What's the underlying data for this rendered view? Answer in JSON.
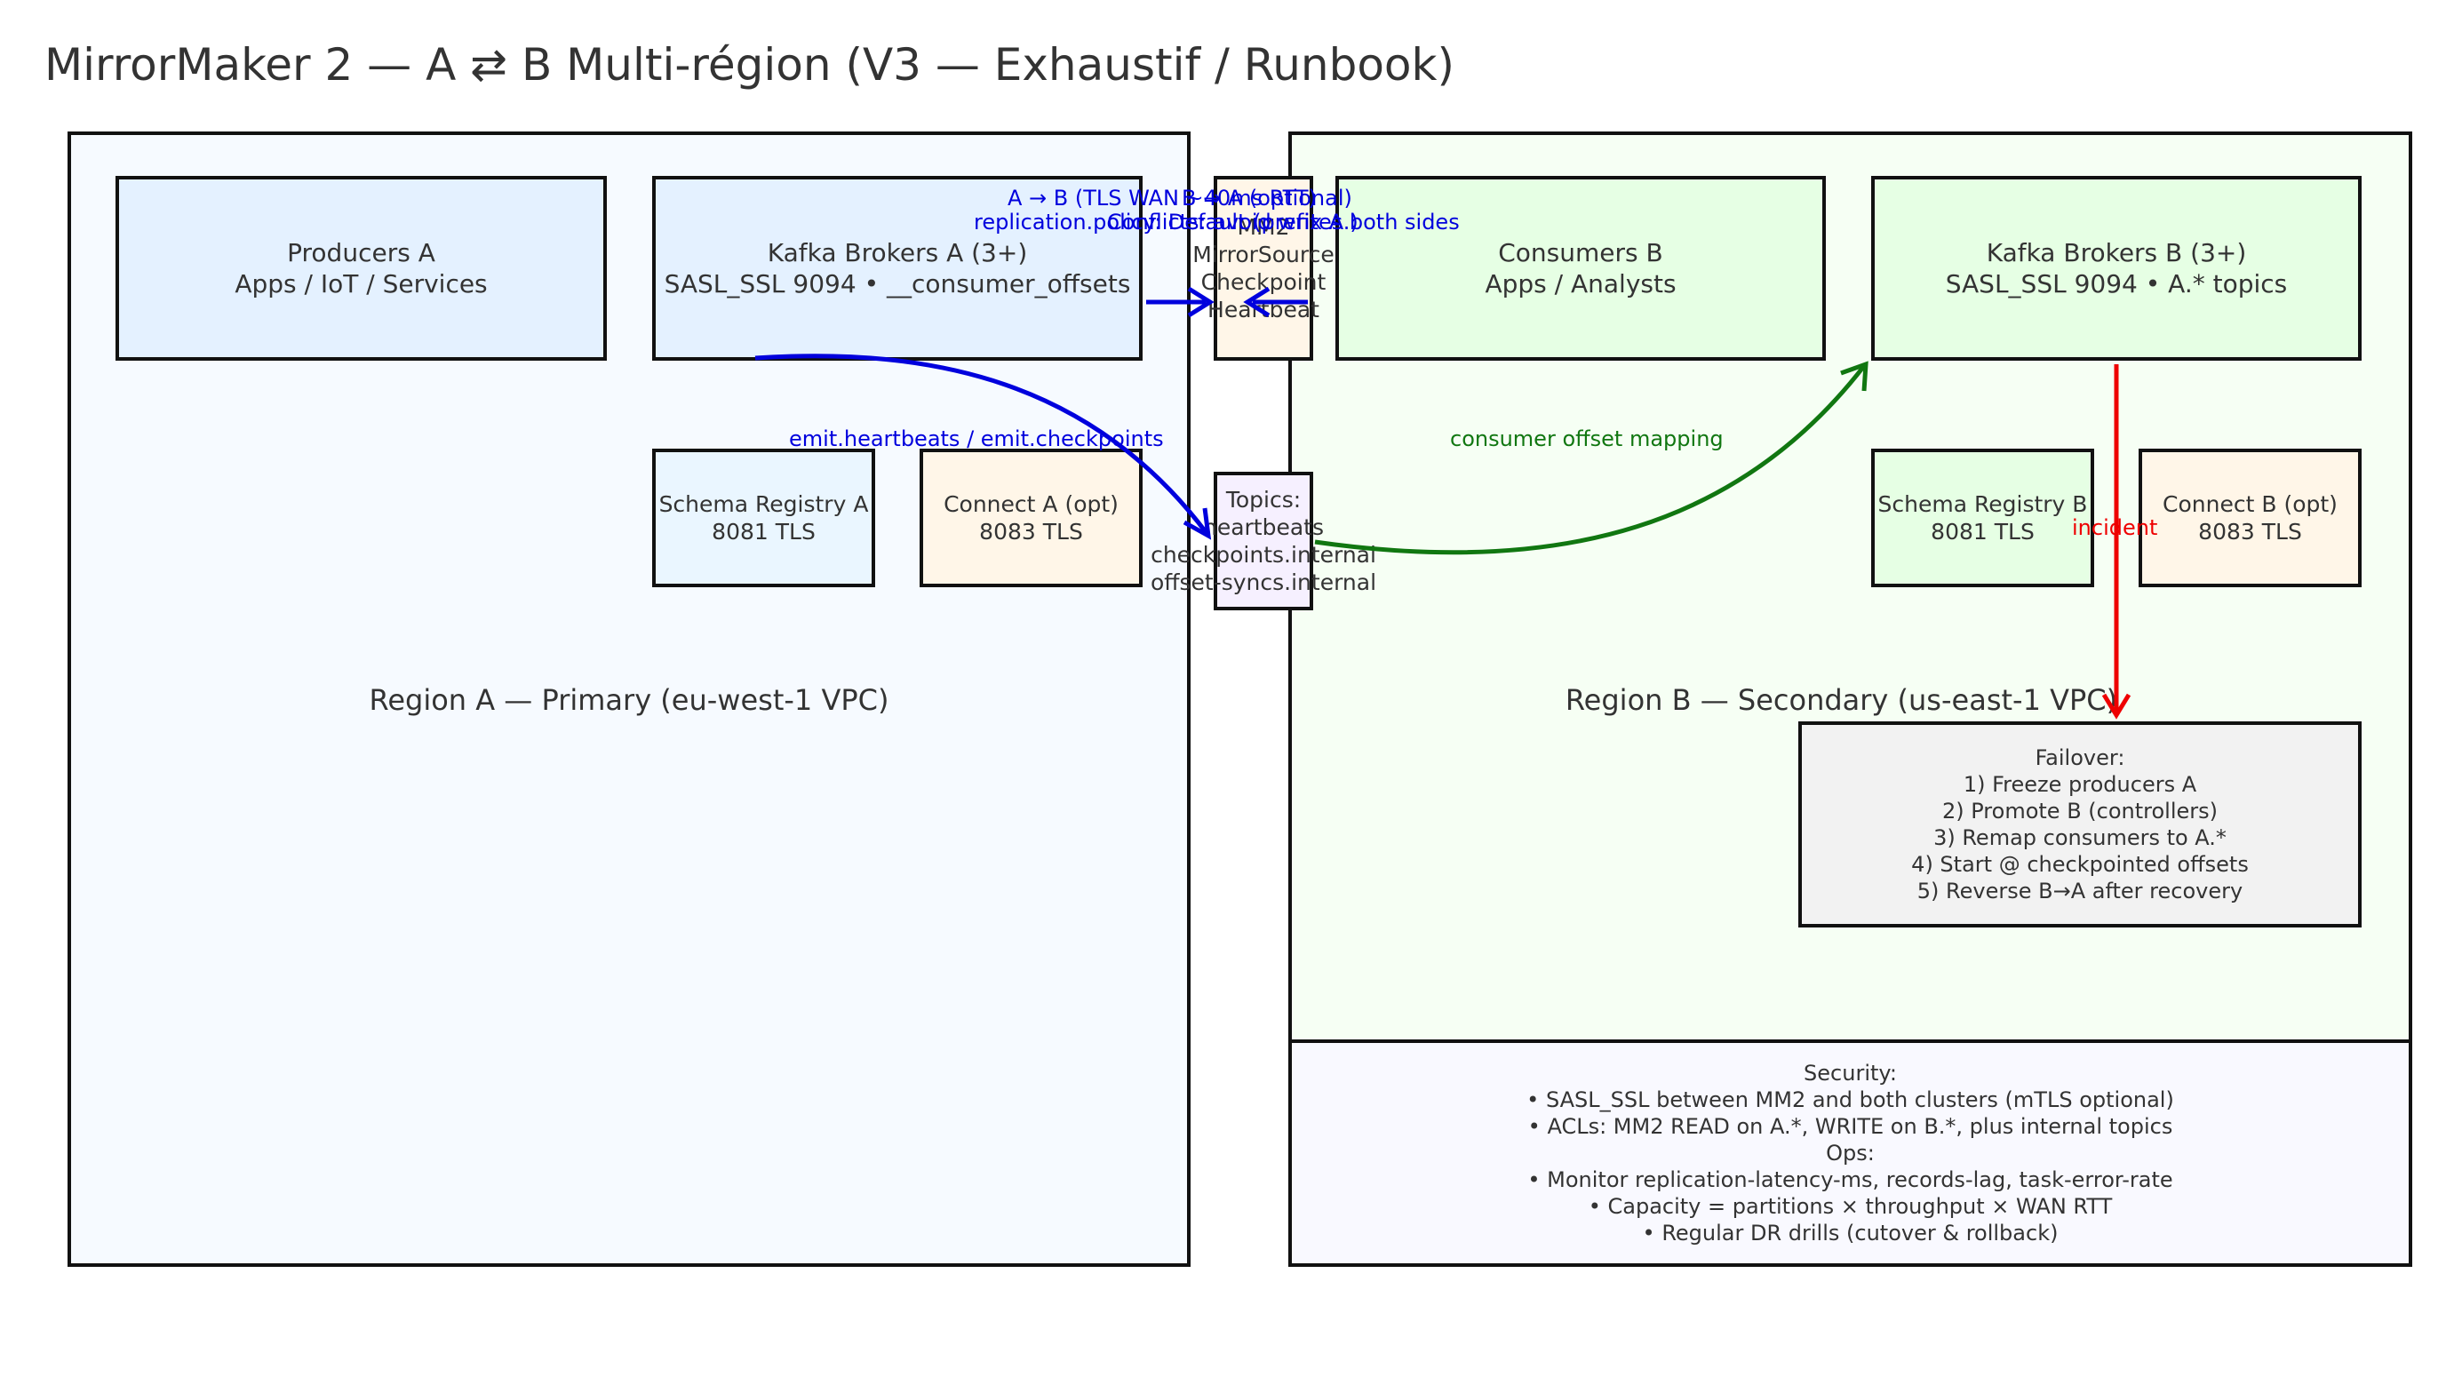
{
  "title": "MirrorMaker 2 — A ⇄ B Multi-région (V3 — Exhaustif / Runbook)",
  "colors": {
    "region_a_bg": "#f6faff",
    "region_b_bg": "#f6fff4",
    "security_bg": "#f9f9ff",
    "producers_bg": "#e4f1ff",
    "brokers_b_bg": "#e6ffe4",
    "schema_a_bg": "#eaf6ff",
    "connect_bg": "#fff6e8",
    "mm2_bg": "#fff6e8",
    "topics_bg": "#f6f0ff",
    "failover_bg": "#f2f2f2",
    "blue": "#0000dd",
    "green": "#117711",
    "red": "#ee0000"
  },
  "region_a": {
    "label": "Region A — Primary (eu-west-1 VPC)"
  },
  "region_b": {
    "label": "Region B — Secondary (us-east-1 VPC)"
  },
  "producers_a": {
    "line1": "Producers A",
    "line2": "Apps / IoT / Services"
  },
  "brokers_a": {
    "line1": "Kafka Brokers A (3+)",
    "line2": "SASL_SSL 9094 • __consumer_offsets"
  },
  "schema_a": {
    "line1": "Schema Registry A",
    "line2": "8081 TLS"
  },
  "connect_a": {
    "line1": "Connect A (opt)",
    "line2": "8083 TLS"
  },
  "mm2": {
    "lines": [
      "MM2",
      "MirrorSource",
      "Checkpoint",
      "Heartbeat"
    ]
  },
  "topics": {
    "lines": [
      "Topics:",
      "heartbeats",
      "checkpoints.internal",
      "offset-syncs.internal"
    ]
  },
  "consumers_b": {
    "line1": "Consumers B",
    "line2": "Apps / Analysts"
  },
  "brokers_b": {
    "line1": "Kafka Brokers B (3+)",
    "line2": "SASL_SSL 9094 • A.* topics"
  },
  "schema_b": {
    "line1": "Schema Registry B",
    "line2": "8081 TLS"
  },
  "connect_b": {
    "line1": "Connect B (opt)",
    "line2": "8083 TLS"
  },
  "failover": {
    "lines": [
      "Failover:",
      "1) Freeze producers A",
      "2) Promote B (controllers)",
      "3) Remap consumers to A.*",
      "4) Start @ checkpointed offsets",
      "5) Reverse B→A after recovery"
    ]
  },
  "security": {
    "lines": [
      "Security:",
      "• SASL_SSL between MM2 and both clusters (mTLS optional)",
      "• ACLs: MM2 READ on A.*, WRITE on B.*, plus internal topics",
      "Ops:",
      "• Monitor replication-latency-ms, records-lag, task-error-rate",
      "• Capacity = partitions × throughput × WAN RTT",
      "• Regular DR drills (cutover & rollback)"
    ]
  },
  "edge_labels": {
    "a_to_b": "A → B (TLS WAN ~40ms RTT)",
    "replication_policy": "replication.policy: Default (prefix A.)",
    "b_to_a": "B → A (optional)",
    "conflicts": "Conflicts: avoid writes both sides",
    "emit": "emit.heartbeats / emit.checkpoints",
    "offset_mapping": "consumer offset mapping",
    "incident": "incident"
  }
}
